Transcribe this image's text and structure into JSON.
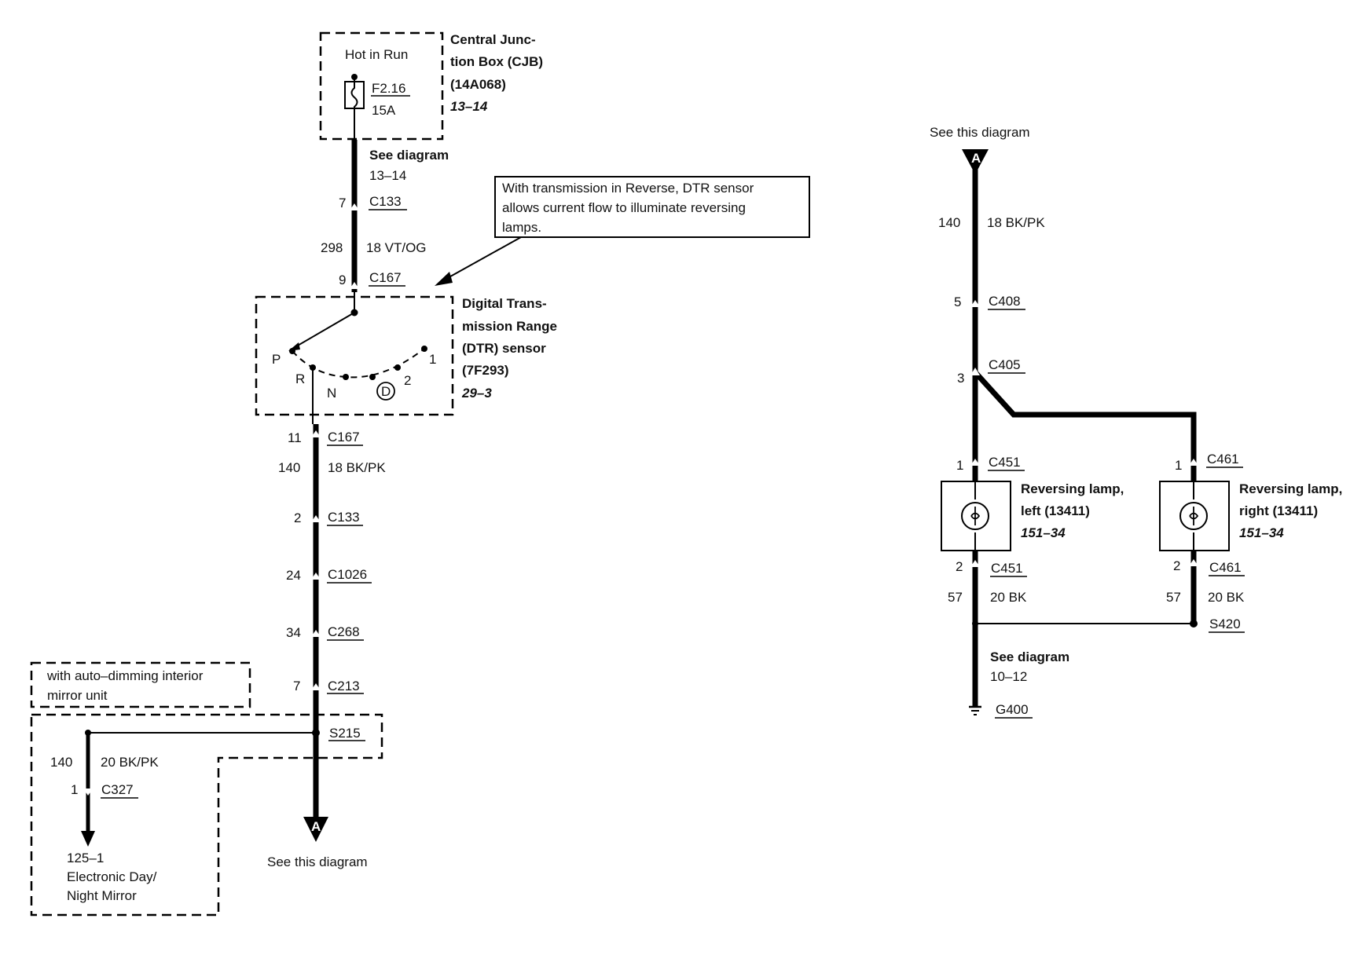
{
  "fuse_box": {
    "inner_label": "Hot in Run",
    "fuse_id": "F2.16",
    "fuse_rating": "15A",
    "title_lines": [
      "Central Junc-",
      "tion Box (CJB)",
      "(14A068)"
    ],
    "page_ref": "13–14"
  },
  "see_diagram_top": {
    "label": "See diagram",
    "ref": "13–14"
  },
  "left_upper": {
    "c133_pin": "7",
    "c133": "C133",
    "circuit": "298",
    "wire": "18 VT/OG",
    "c167_pin": "9",
    "c167": "C167"
  },
  "note_box": {
    "lines": [
      "With transmission in Reverse, DTR sensor",
      "allows current flow to illuminate reversing",
      "lamps."
    ]
  },
  "dtr": {
    "title_lines": [
      "Digital Trans-",
      "mission Range",
      "(DTR) sensor",
      "(7F293)"
    ],
    "page_ref": "29–3",
    "positions": {
      "p": "P",
      "r": "R",
      "n": "N",
      "d": "D",
      "two": "2",
      "one": "1"
    }
  },
  "left_lower": {
    "c167_pin": "11",
    "c167": "C167",
    "circuit": "140",
    "wire": "18 BK/PK",
    "c133_pin": "2",
    "c133": "C133",
    "c1026_pin": "24",
    "c1026": "C1026",
    "c268_pin": "34",
    "c268": "C268",
    "c213_pin": "7",
    "c213": "C213",
    "s215": "S215"
  },
  "mirror_option": {
    "lines": [
      "with auto–dimming interior",
      "mirror unit"
    ],
    "circuit": "140",
    "wire": "20 BK/PK",
    "c327_pin": "1",
    "c327": "C327",
    "dest_lines": [
      "125–1",
      "Electronic Day/",
      "Night Mirror"
    ]
  },
  "connector_a_left": {
    "letter": "A",
    "label": "See this diagram"
  },
  "connector_a_right": {
    "letter": "A",
    "label": "See this diagram"
  },
  "right": {
    "circuit": "140",
    "wire": "18 BK/PK",
    "c408_pin": "5",
    "c408": "C408",
    "c405_pin": "3",
    "c405": "C405"
  },
  "lamp_left": {
    "top_pin": "1",
    "top_conn": "C451",
    "title_lines": [
      "Reversing lamp,",
      "left (13411)"
    ],
    "page_ref": "151–34",
    "bot_pin": "2",
    "bot_conn": "C451",
    "circuit": "57",
    "wire": "20 BK"
  },
  "lamp_right": {
    "top_pin": "1",
    "top_conn": "C461",
    "title_lines": [
      "Reversing lamp,",
      "right (13411)"
    ],
    "page_ref": "151–34",
    "bot_pin": "2",
    "bot_conn": "C461",
    "circuit": "57",
    "wire": "20 BK",
    "splice": "S420"
  },
  "ground": {
    "label": "See diagram",
    "ref": "10–12",
    "id": "G400"
  }
}
